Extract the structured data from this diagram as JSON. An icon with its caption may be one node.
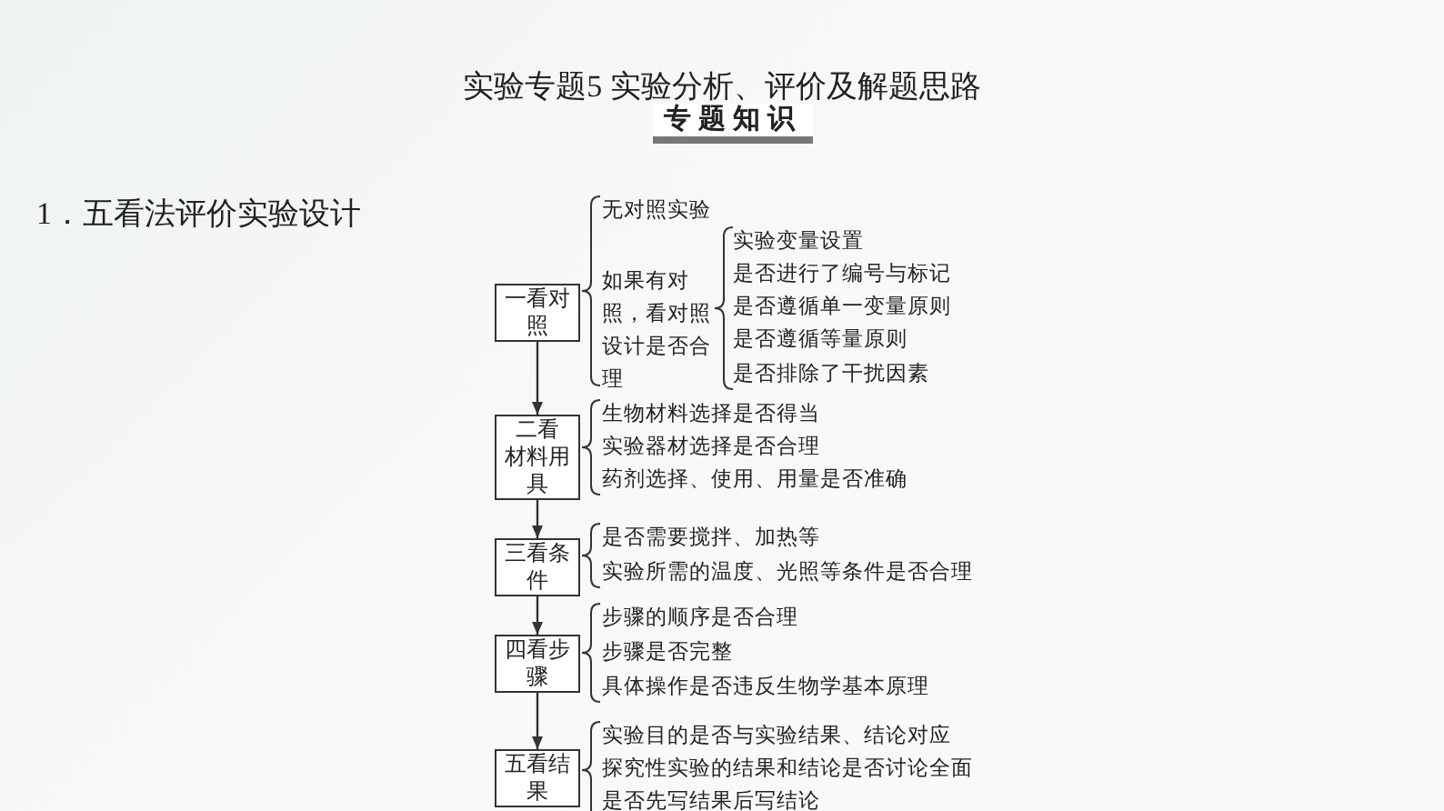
{
  "diagram": {
    "title": "实验专题5 实验分析、评价及解题思路",
    "nodes": [
      {
        "text": [
          "一看对照"
        ],
        "beside": [
          "无对照实验",
          "如果有对照，看对照设计是否合理",
          "实验变量设置",
          "是否进行了编号与标记",
          "是否遵循单一变量原则",
          "是否遵循等量原则",
          "是否排除了干扰因素"
        ]
      },
      {
        "text": [
          "二看",
          "材料用具"
        ],
        "beside": [
          "生物材料选择是否得当",
          "实验器材选择是否合理",
          "药剂选择、使用、用量是否准确"
        ]
      },
      {
        "text": [
          "三看条件"
        ],
        "beside": [
          "是否需要搅拌、加热等",
          "实验所需的温度、光照等条件是否合理"
        ]
      },
      {
        "text": [
          "四看步骤"
        ],
        "beside": [
          "步骤的顺序是否合理",
          "步骤是否完整",
          "具体操作是否违反生物学基本原理"
        ]
      },
      {
        "text": [
          "五看结果"
        ],
        "beside": [
          "实验目的是否与实验结果、结论对应",
          "探究性实验的结果和结论是否讨论全面",
          "是否先写结果后写结论"
        ]
      }
    ],
    "edges": [
      {
        "from": 0,
        "to": 1,
        "arrow": "to"
      },
      {
        "from": 1,
        "to": 2,
        "arrow": "to"
      },
      {
        "from": 2,
        "to": 3,
        "arrow": "to"
      },
      {
        "from": 3,
        "to": 4,
        "arrow": "to"
      }
    ],
    "labels": [
      "专题知识",
      "1．五看法评价实验设计"
    ]
  }
}
